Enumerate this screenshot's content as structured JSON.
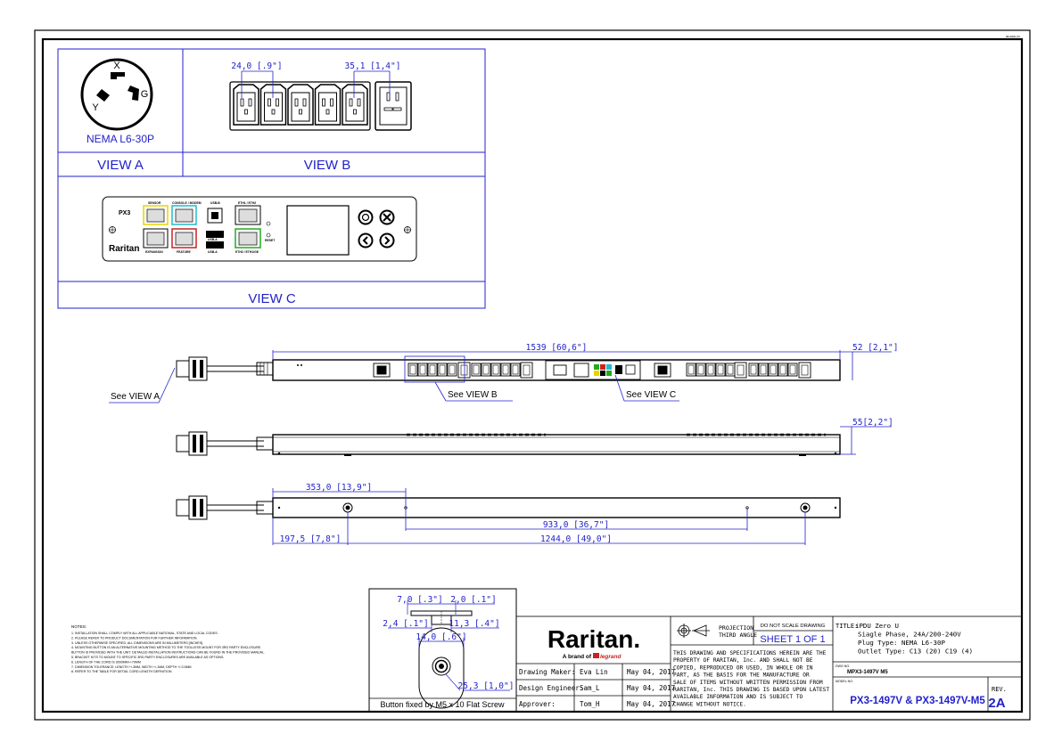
{
  "corner_ref": "98-0000-XX",
  "views": {
    "a_plug_label": "NEMA L6-30P",
    "a_pins": [
      "X",
      "Y",
      "G"
    ],
    "a_title": "VIEW A",
    "b_title": "VIEW B",
    "b_dim_pitch": "24,0 [.9\"]",
    "b_dim_gap": "35,1 [1,4\"]",
    "c_title": "VIEW C",
    "c_port_labels": {
      "sensor": "SENSOR",
      "serial": "CONSOLE / MODEM",
      "usb_b": "USB-B",
      "eth": "ETH1 / ETH2",
      "expansion": "EXPANSION",
      "feature": "FEATURE",
      "usb_a1": "USB-A",
      "usb_a2": "USB-A",
      "reset": "RESET",
      "eth2": "ETH2 / ETH1/GE"
    },
    "c_brand": "Raritan",
    "c_logo": "PX3"
  },
  "elevation": {
    "dim_length": "1539 [60,6\"]",
    "dim_width": "52 [2,1\"]",
    "dim_depth": "55[2,2\"]",
    "see_a": "See VIEW A",
    "see_b": "See VIEW B",
    "see_c": "See VIEW C",
    "dim_353": "353,0 [13,9\"]",
    "dim_933": "933,0 [36,7\"]",
    "dim_197": "197,5 [7,8\"]",
    "dim_1244": "1244,0 [49,0\"]"
  },
  "button_detail": {
    "dim_7": "7,0 [.3\"]",
    "dim_2": "2,0 [.1\"]",
    "dim_24": "2,4 [.1\"]",
    "dim_113": "11,3 [.4\"]",
    "dim_14": "14,0 [.6\"]",
    "dim_253": "25,3 [1,0\"]",
    "caption": "Button fixed by M5 x 10 Flat Screw"
  },
  "notes": {
    "heading": "NOTES:",
    "lines": [
      "1. INSTALLATION SHALL COMPLY WITH ALL APPLICABLE NATIONAL, STATE AND LOCAL CODES.",
      "2. PLEASE REFER TO PRODUCT DOCUMENTATION FOR FURTHER INFORMATION.",
      "3. UNLESS OTHERWISE SPECIFIED, ALL DIMENSIONS ARE IN MILLIMETERS [INCHES].",
      "4. MOUNTING BUTTON IS AN ALTERNATIVE MOUNTING METHOD TO THE TOOLLESS MOUNT FOR 3RD PARTY ENCLOSURE.",
      "   BUTTON IS PROVIDED WITH THE UNIT. DETAILED INSTALLATION INSTRUCTIONS CAN BE FOUND IN THE PROVIDED MANUAL.",
      "5. BRACKET KITS TO MOUNT TO SPECIFIC 3RD PARTY ENCLOSURES ARE AVAILABLE AS OPTIONS.",
      "6. LENGTH OF THE CORD IS 3000MM+/-70MM",
      "7. DIMENSION TOLERANCE: LENGTH +/-3MM, WIDTH +/-1MM, DEPTH +/-0.5MM",
      "8. REFER TO THE TABLE FOR DETAIL CORD LENGTH DEFINITION"
    ]
  },
  "title_block": {
    "brand": "Raritan.",
    "brand_sub": "A brand of",
    "brand_legrand": "legrand",
    "rows": [
      {
        "label": "Drawing Maker:",
        "name": "Eva Lin",
        "date": "May 04, 2017"
      },
      {
        "label": "Design Engineer:",
        "name": "Sam_L",
        "date": "May 04, 2017"
      },
      {
        "label": "Approver:",
        "name": "Tom_H",
        "date": "May 04, 2017"
      }
    ],
    "projection_1": "PROJECTION",
    "projection_2": "THIRD ANGLE",
    "no_scale": "DO NOT SCALE DRAWING",
    "sheet": "SHEET 1 OF 1",
    "legal": [
      "THIS DRAWING AND SPECIFICATIONS HEREIN ARE THE",
      "PROPERTY OF RARITAN, Inc. AND SHALL NOT BE",
      "COPIED, REPRODUCED OR USED, IN WHOLE OR IN",
      "PART, AS THE BASIS FOR THE MANUFACTURE OR",
      "SALE OF ITEMS WITHOUT WRITTEN PERMISSION FROM",
      "RARITAN, Inc. THIS DRAWING IS BASED UPON LATEST",
      "AVAILABLE INFORMATION AND IS SUBJECT TO",
      "CHANGE WITHOUT NOTICE."
    ],
    "title_label": "TITLE:",
    "title_lines": [
      "iPDU Zero U",
      "Siagle Phase, 24A/200-240V",
      "Plug Type: NEMA L6-30P",
      "Outlet Type: C13 (20) C19 (4)"
    ],
    "dwg_label": "DWG NO.",
    "dwg_no": "MPX3-1497V M5",
    "model_label": "MODEL NO.",
    "model_no": "PX3-1497V & PX3-1497V-M5",
    "rev_label": "REV.",
    "rev": "2A"
  }
}
